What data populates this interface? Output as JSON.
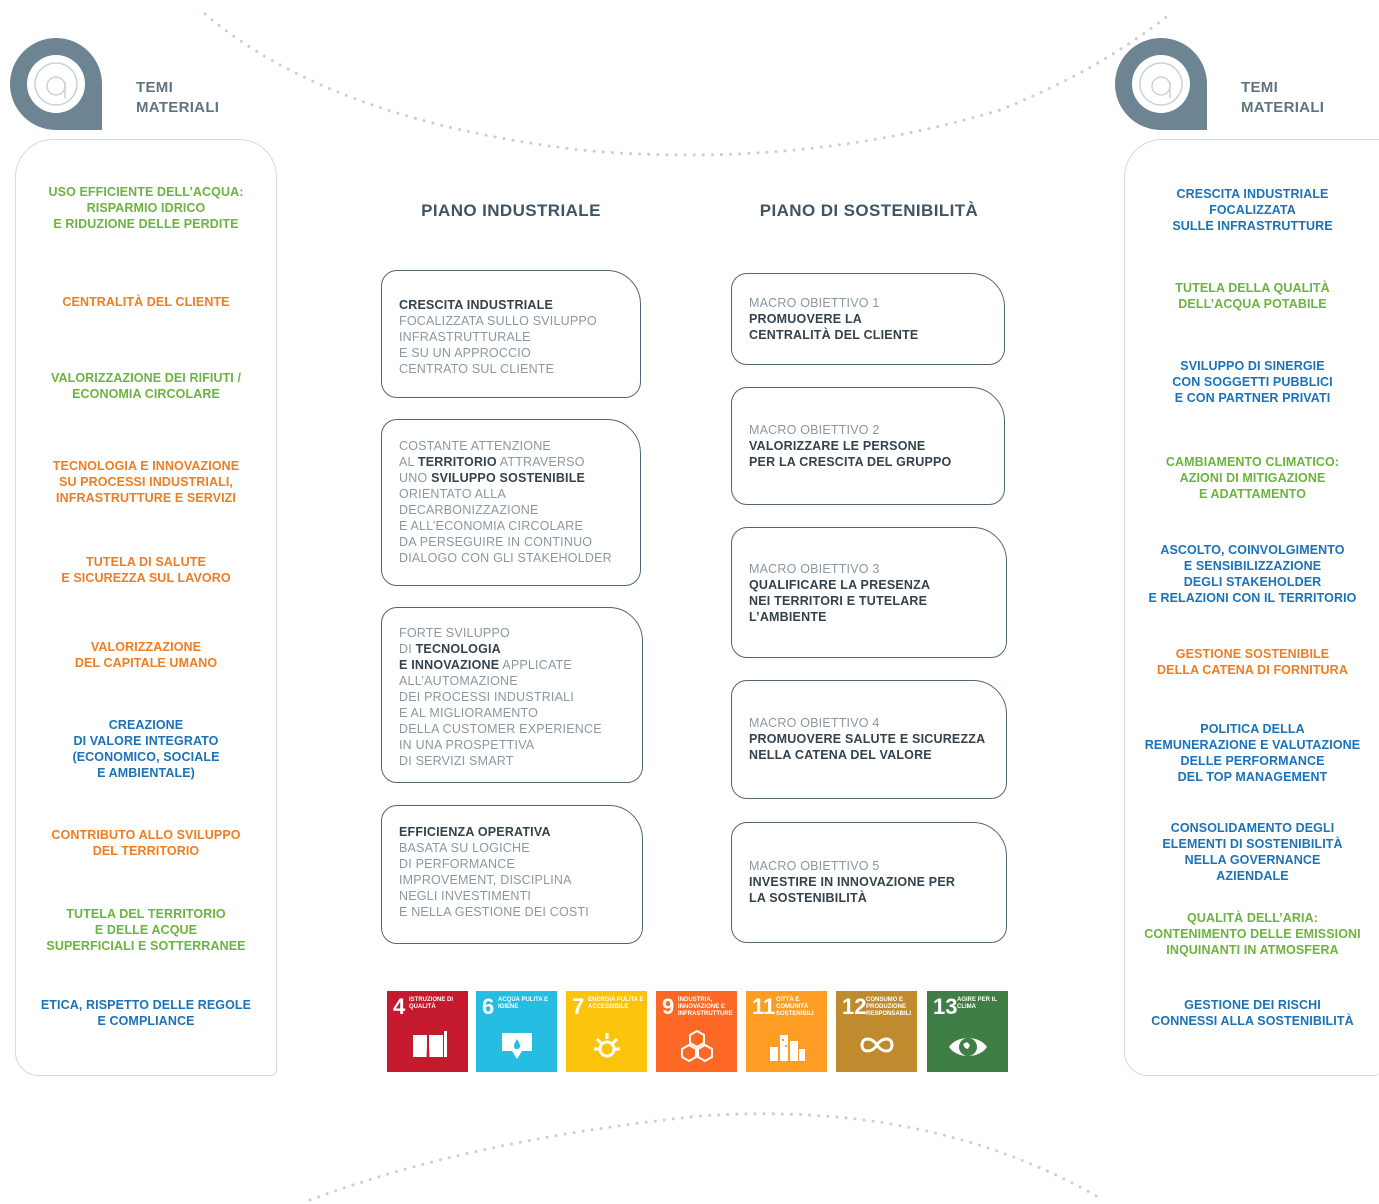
{
  "badge": {
    "title_line1": "TEMI",
    "title_line2": "MATERIALI"
  },
  "left_topics": [
    {
      "lines": [
        "USO EFFICIENTE DELL’ACQUA:",
        "RISPARMIO IDRICO",
        "E RIDUZIONE DELLE PERDITE"
      ],
      "color": "#6cb33f"
    },
    {
      "lines": [
        "CENTRALITÀ DEL CLIENTE"
      ],
      "color": "#ef7d22"
    },
    {
      "lines": [
        "VALORIZZAZIONE DEI RIFIUTI /",
        "ECONOMIA CIRCOLARE"
      ],
      "color": "#6cb33f"
    },
    {
      "lines": [
        "TECNOLOGIA E INNOVAZIONE",
        "SU PROCESSI INDUSTRIALI,",
        "INFRASTRUTTURE E SERVIZI"
      ],
      "color": "#ef7d22"
    },
    {
      "lines": [
        "TUTELA DI SALUTE",
        "E SICUREZZA SUL LAVORO"
      ],
      "color": "#ef7d22"
    },
    {
      "lines": [
        "VALORIZZAZIONE",
        "DEL CAPITALE UMANO"
      ],
      "color": "#ef7d22"
    },
    {
      "lines": [
        "CREAZIONE",
        "DI VALORE INTEGRATO",
        "(ECONOMICO, SOCIALE",
        "E AMBIENTALE)"
      ],
      "color": "#1b72b8"
    },
    {
      "lines": [
        "CONTRIBUTO ALLO SVILUPPO",
        "DEL TERRITORIO"
      ],
      "color": "#ef7d22"
    },
    {
      "lines": [
        "TUTELA DEL TERRITORIO",
        "E DELLE ACQUE",
        "SUPERFICIALI E SOTTERRANEE"
      ],
      "color": "#6cb33f"
    },
    {
      "lines": [
        "ETICA, RISPETTO DELLE REGOLE",
        "E COMPLIANCE"
      ],
      "color": "#1b72b8"
    }
  ],
  "right_topics": [
    {
      "lines": [
        "CRESCITA INDUSTRIALE",
        "FOCALIZZATA",
        "SULLE INFRASTRUTTURE"
      ],
      "color": "#1b72b8"
    },
    {
      "lines": [
        "TUTELA DELLA QUALITÀ",
        "DELL’ACQUA POTABILE"
      ],
      "color": "#6cb33f"
    },
    {
      "lines": [
        "SVILUPPO DI SINERGIE",
        "CON SOGGETTI PUBBLICI",
        "E CON PARTNER PRIVATI"
      ],
      "color": "#1b72b8"
    },
    {
      "lines": [
        "CAMBIAMENTO CLIMATICO:",
        "AZIONI DI MITIGAZIONE",
        "E ADATTAMENTO"
      ],
      "color": "#6cb33f"
    },
    {
      "lines": [
        "ASCOLTO, COINVOLGIMENTO",
        "E SENSIBILIZZAZIONE",
        "DEGLI STAKEHOLDER",
        "E RELAZIONI CON IL TERRITORIO"
      ],
      "color": "#1b72b8"
    },
    {
      "lines": [
        "GESTIONE SOSTENIBILE",
        "DELLA CATENA DI FORNITURA"
      ],
      "color": "#ef7d22"
    },
    {
      "lines": [
        "POLITICA DELLA",
        "REMUNERAZIONE E VALUTAZIONE",
        "DELLE PERFORMANCE",
        "DEL TOP MANAGEMENT"
      ],
      "color": "#1b72b8"
    },
    {
      "lines": [
        "CONSOLIDAMENTO DEGLI",
        "ELEMENTI DI SOSTENIBILITÀ",
        "NELLA GOVERNANCE",
        "AZIENDALE"
      ],
      "color": "#1b72b8"
    },
    {
      "lines": [
        "QUALITÀ DELL’ARIA:",
        "CONTENIMENTO DELLE EMISSIONI",
        "INQUINANTI IN ATMOSFERA"
      ],
      "color": "#6cb33f"
    },
    {
      "lines": [
        "GESTIONE DEI RISCHI",
        "CONNESSI ALLA SOSTENIBILITÀ"
      ],
      "color": "#1b72b8"
    }
  ],
  "columns": {
    "industrial_title": "PIANO INDUSTRIALE",
    "sustainability_title": "PIANO DI SOSTENIBILITÀ"
  },
  "industrial_boxes": [
    [
      [
        {
          "t": "CRESCITA INDUSTRIALE",
          "b": true
        }
      ],
      [
        {
          "t": "FOCALIZZATA SULLO SVILUPPO",
          "b": false
        }
      ],
      [
        {
          "t": "INFRASTRUTTURALE",
          "b": false
        }
      ],
      [
        {
          "t": "E SU UN APPROCCIO",
          "b": false
        }
      ],
      [
        {
          "t": "CENTRATO SUL CLIENTE",
          "b": false
        }
      ]
    ],
    [
      [
        {
          "t": "COSTANTE ATTENZIONE",
          "b": false
        }
      ],
      [
        {
          "t": "AL ",
          "b": false
        },
        {
          "t": "TERRITORIO",
          "b": true
        },
        {
          "t": " ATTRAVERSO",
          "b": false
        }
      ],
      [
        {
          "t": "UNO ",
          "b": false
        },
        {
          "t": "SVILUPPO SOSTENIBILE",
          "b": true
        }
      ],
      [
        {
          "t": "ORIENTATO ALLA",
          "b": false
        }
      ],
      [
        {
          "t": "DECARBONIZZAZIONE",
          "b": false
        }
      ],
      [
        {
          "t": "E ALL’ECONOMIA CIRCOLARE",
          "b": false
        }
      ],
      [
        {
          "t": "DA PERSEGUIRE IN CONTINUO",
          "b": false
        }
      ],
      [
        {
          "t": "DIALOGO CON GLI STAKEHOLDER",
          "b": false
        }
      ]
    ],
    [
      [
        {
          "t": "FORTE SVILUPPO",
          "b": false
        }
      ],
      [
        {
          "t": "DI ",
          "b": false
        },
        {
          "t": "TECNOLOGIA",
          "b": true
        }
      ],
      [
        {
          "t": "E INNOVAZIONE",
          "b": true
        },
        {
          "t": " APPLICATE",
          "b": false
        }
      ],
      [
        {
          "t": "ALL’AUTOMAZIONE",
          "b": false
        }
      ],
      [
        {
          "t": "DEI PROCESSI INDUSTRIALI",
          "b": false
        }
      ],
      [
        {
          "t": "E AL MIGLIORAMENTO",
          "b": false
        }
      ],
      [
        {
          "t": "DELLA CUSTOMER EXPERIENCE",
          "b": false
        }
      ],
      [
        {
          "t": "IN UNA PROSPETTIVA",
          "b": false
        }
      ],
      [
        {
          "t": "DI SERVIZI SMART",
          "b": false
        }
      ]
    ],
    [
      [
        {
          "t": "EFFICIENZA OPERATIVA",
          "b": true
        }
      ],
      [
        {
          "t": "BASATA SU LOGICHE",
          "b": false
        }
      ],
      [
        {
          "t": "DI PERFORMANCE",
          "b": false
        }
      ],
      [
        {
          "t": "IMPROVEMENT, DISCIPLINA",
          "b": false
        }
      ],
      [
        {
          "t": "NEGLI INVESTIMENTI",
          "b": false
        }
      ],
      [
        {
          "t": "E NELLA GESTIONE DEI COSTI",
          "b": false
        }
      ]
    ]
  ],
  "macro_objectives": [
    {
      "label": "MACRO OBIETTIVO 1",
      "title_lines": [
        "PROMUOVERE LA",
        "CENTRALITÀ DEL CLIENTE"
      ]
    },
    {
      "label": "MACRO OBIETTIVO 2",
      "title_lines": [
        "VALORIZZARE LE PERSONE",
        "PER LA CRESCITA DEL GRUPPO"
      ]
    },
    {
      "label": "MACRO OBIETTIVO 3",
      "title_lines": [
        "QUALIFICARE LA PRESENZA",
        "NEI TERRITORI E TUTELARE",
        "L’AMBIENTE"
      ]
    },
    {
      "label": "MACRO OBIETTIVO 4",
      "title_lines": [
        "PROMUOVERE SALUTE E SICUREZZA",
        "NELLA CATENA DEL VALORE"
      ]
    },
    {
      "label": "MACRO OBIETTIVO 5",
      "title_lines": [
        "INVESTIRE IN INNOVAZIONE PER",
        "LA SOSTENIBILITÀ"
      ]
    }
  ],
  "sdgs": [
    {
      "num": "4",
      "label": "ISTRUZIONE DI QUALITÀ",
      "color": "#c5192d",
      "icon": "book-icon"
    },
    {
      "num": "6",
      "label": "ACQUA PULITA E IGIENE",
      "color": "#26bde2",
      "icon": "water-drop-icon"
    },
    {
      "num": "7",
      "label": "ENERGIA PULITA E ACCESSIBILE",
      "color": "#fcc30b",
      "icon": "sun-icon"
    },
    {
      "num": "9",
      "label": "INDUSTRIA, INNOVAZIONE E INFRASTRUTTURE",
      "color": "#fd6925",
      "icon": "cubes-icon"
    },
    {
      "num": "11",
      "label": "CITTÀ E COMUNITÀ SOSTENIBILI",
      "color": "#fd9d24",
      "icon": "city-icon"
    },
    {
      "num": "12",
      "label": "CONSUMO E PRODUZIONE RESPONSABILI",
      "color": "#bf8b2e",
      "icon": "infinity-icon"
    },
    {
      "num": "13",
      "label": "AGIRE PER IL CLIMA",
      "color": "#3f7e44",
      "icon": "eye-globe-icon"
    }
  ]
}
